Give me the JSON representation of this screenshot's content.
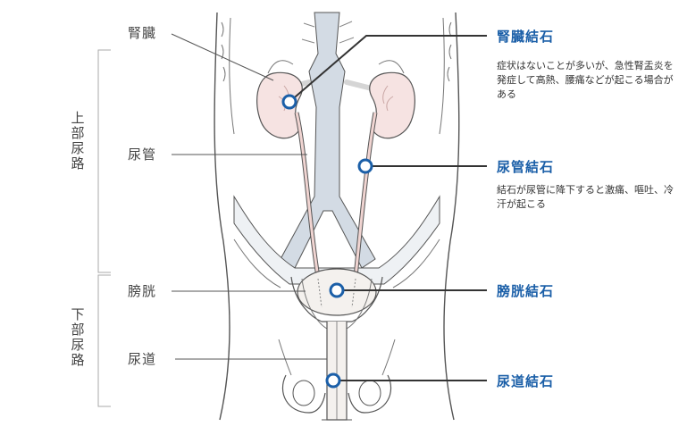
{
  "labels": {
    "kidney": "腎臓",
    "ureter": "尿管",
    "bladder": "膀胱",
    "urethra": "尿道"
  },
  "regions": {
    "upper": [
      "上",
      "部",
      "尿",
      "路"
    ],
    "lower": [
      "下",
      "部",
      "尿",
      "路"
    ]
  },
  "stones": {
    "kidney": {
      "title": "腎臓結石",
      "desc": "症状はないことが多いが、急性腎盂炎を発症して高熱、腰痛などが起こる場合がある"
    },
    "ureter": {
      "title": "尿管結石",
      "desc": "結石が尿管に降下すると激痛、嘔吐、冷汗が起こる"
    },
    "bladder": {
      "title": "膀胱結石"
    },
    "urethra": {
      "title": "尿道結石"
    }
  },
  "colors": {
    "accent": "#1b5fa8",
    "kidney_fill": "#f6e3e2",
    "vessel_fill": "#d3dbe4",
    "outline": "#555555"
  }
}
